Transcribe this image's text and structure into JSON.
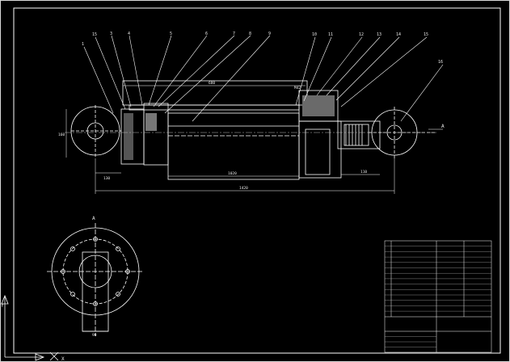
{
  "drawing": {
    "callouts": [
      "1",
      "15",
      "3",
      "4",
      "5",
      "6",
      "7",
      "8",
      "9",
      "10",
      "11",
      "12",
      "13",
      "14",
      "15",
      "16"
    ],
    "dimensions": {
      "top_span": "680",
      "left_height": "160",
      "left_width": "130",
      "stroke": "1020",
      "overall": "1420",
      "right_width": "110",
      "bottom_view_width": "90",
      "small_note": "M42"
    },
    "section_label": "A",
    "axis_letters": {
      "top": "A",
      "left": "Y",
      "bottom": "X"
    },
    "colors": {
      "background": "#000000",
      "lines": "#ffffff",
      "frame": "#d8d8d8"
    }
  }
}
